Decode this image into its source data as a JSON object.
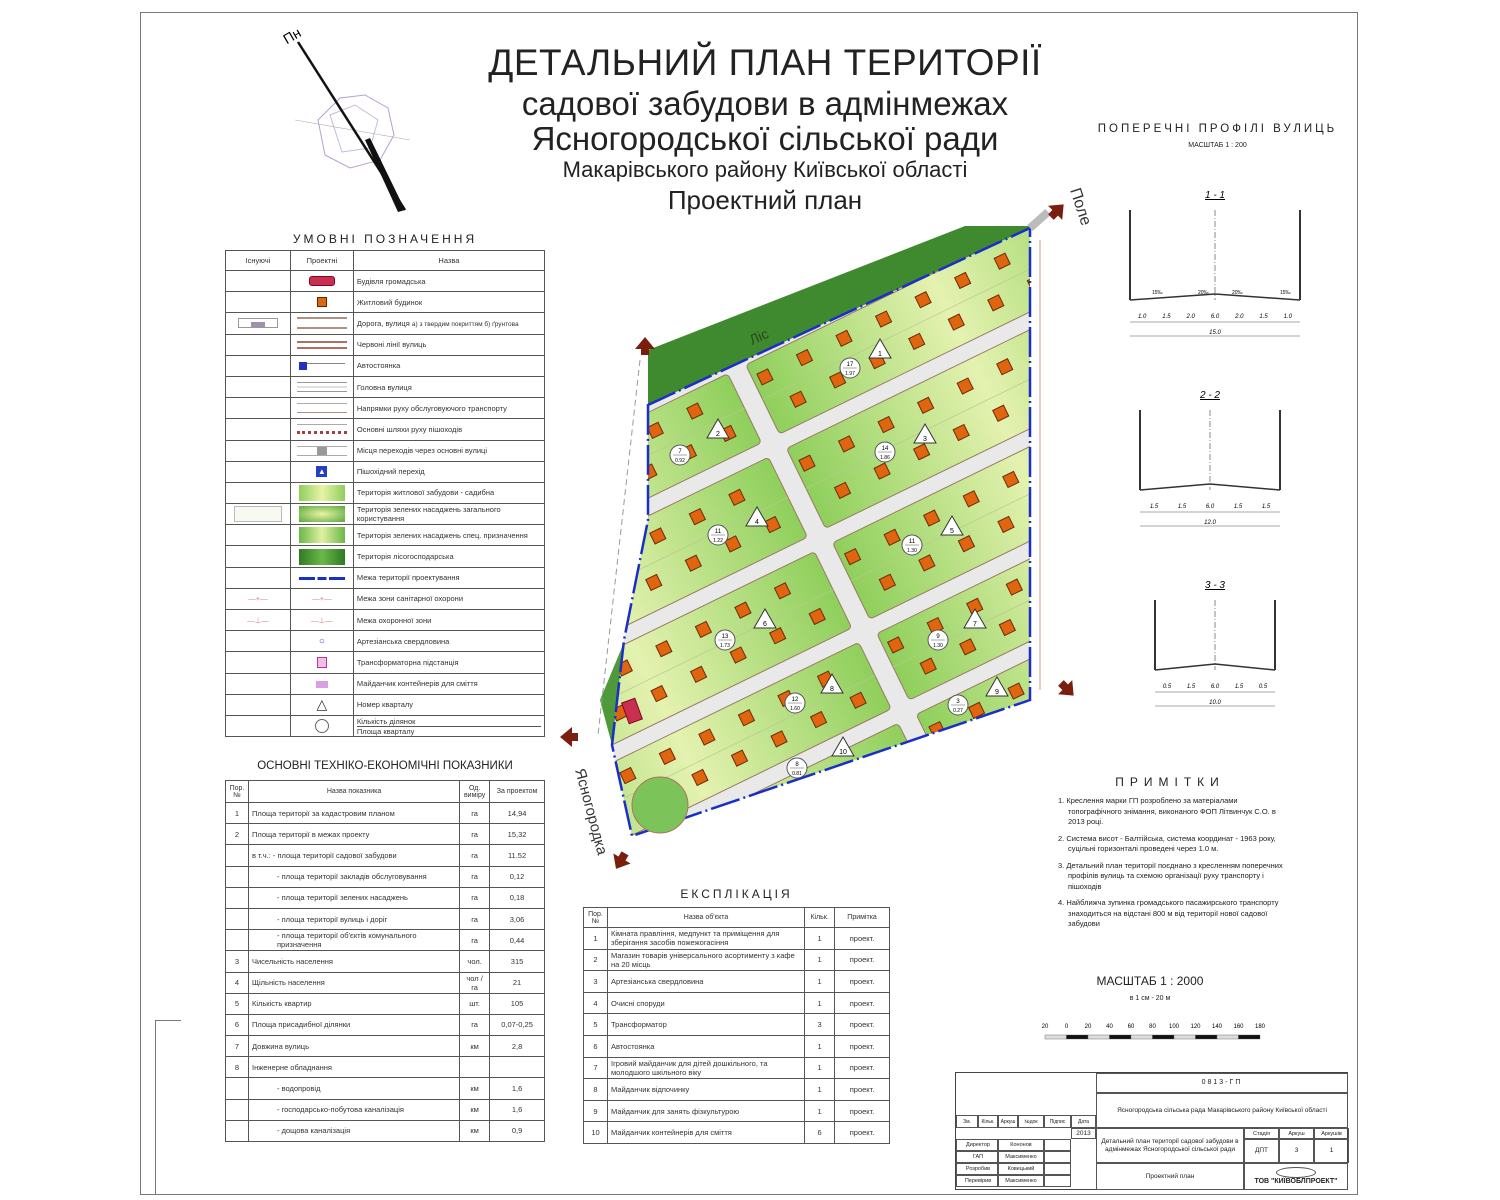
{
  "title": {
    "line1": "ДЕТАЛЬНИЙ ПЛАН ТЕРИТОРІЇ",
    "line2": "садової забудови в адмінмежах",
    "line3": "Ясногородської сільської ради",
    "line4": "Макарівського району Київської області",
    "line5": "Проектний план"
  },
  "compass": {
    "label": "Пн"
  },
  "legend": {
    "title": "УМОВНІ ПОЗНАЧЕННЯ",
    "headers": [
      "Існуючі",
      "Проектні",
      "Назва"
    ],
    "items": [
      {
        "name": "Будівля громадська",
        "icon": "public-building"
      },
      {
        "name": "Житловий будинок",
        "icon": "house"
      },
      {
        "name": "Дорога, вулиця",
        "sub": "а) з твердим покриттям б) ґрунтова",
        "icon": "road"
      },
      {
        "name": "Червоні лінії вулиць",
        "icon": "red-lines"
      },
      {
        "name": "Автостоянка",
        "icon": "parking"
      },
      {
        "name": "Головна вулиця",
        "icon": "main-street"
      },
      {
        "name": "Напрямки руху обслуговуючого транспорту",
        "icon": "service-traffic"
      },
      {
        "name": "Основні шляхи руху пішоходів",
        "icon": "pedestrian-paths"
      },
      {
        "name": "Місця переходів через основні вулиці",
        "icon": "crossing-places"
      },
      {
        "name": "Пішохідний перехід",
        "icon": "pedestrian-crossing"
      },
      {
        "name": "Територія житлової забудови - садибна",
        "icon": "residential-area"
      },
      {
        "name": "Територія зелених насаджень загального користування",
        "icon": "public-green"
      },
      {
        "name": "Територія зелених насаджень спец. призначення",
        "icon": "special-green"
      },
      {
        "name": "Територія лісогосподарська",
        "icon": "forest"
      },
      {
        "name": "Межа території проектування",
        "icon": "project-boundary"
      },
      {
        "name": "Межа зони санітарної охорони",
        "icon": "sanitary-zone"
      },
      {
        "name": "Межа охоронної зони",
        "icon": "protection-zone"
      },
      {
        "name": "Артезіанська свердловина",
        "icon": "artesian-well"
      },
      {
        "name": "Трансформаторна підстанція",
        "icon": "transformer"
      },
      {
        "name": "Майданчик контейнерів для сміття",
        "icon": "waste-containers"
      },
      {
        "name": "Номер кварталу",
        "icon": "quarter-number"
      },
      {
        "name": "Кількість ділянок",
        "sub": "Площа кварталу",
        "icon": "plots-area"
      }
    ]
  },
  "indicators": {
    "title": "ОСНОВНІ ТЕХНІКО-ЕКОНОМІЧНІ ПОКАЗНИКИ",
    "headers": [
      "Пор. №",
      "Назва показника",
      "Од. виміру",
      "За проектом"
    ],
    "rows": [
      [
        "1",
        "Площа території за кадастровим планом",
        "га",
        "14,94"
      ],
      [
        "2",
        "Площа території в межах проекту",
        "га",
        "15,32"
      ],
      [
        "",
        "в т.ч.: - площа території садової забудови",
        "га",
        "11.52"
      ],
      [
        "",
        "- площа території закладів обслуговування",
        "га",
        "0,12"
      ],
      [
        "",
        "- площа території зелених насаджень",
        "га",
        "0,18"
      ],
      [
        "",
        "- площа території вулиць і доріг",
        "га",
        "3,06"
      ],
      [
        "",
        "- площа території об'єктів комунального призначення",
        "га",
        "0,44"
      ],
      [
        "3",
        "Чисельність населення",
        "чол.",
        "315"
      ],
      [
        "4",
        "Щільність населення",
        "чол /га",
        "21"
      ],
      [
        "5",
        "Кількість квартир",
        "шт.",
        "105"
      ],
      [
        "6",
        "Площа присадибної ділянки",
        "га",
        "0,07-0,25"
      ],
      [
        "7",
        "Довжина вулиць",
        "км",
        "2,8"
      ],
      [
        "8",
        "Інженерне обладнання",
        "",
        ""
      ],
      [
        "",
        "- водопровід",
        "км",
        "1,6"
      ],
      [
        "",
        "- господарсько-побутова каналізація",
        "км",
        "1,6"
      ],
      [
        "",
        "- дощова каналізація",
        "км",
        "0,9"
      ]
    ]
  },
  "explication": {
    "title": "ЕКСПЛІКАЦІЯ",
    "headers": [
      "Пор. №",
      "Назва об'єкта",
      "Кільк.",
      "Примітка"
    ],
    "rows": [
      [
        "1",
        "Кімната правління, медпункт та приміщення для зберігання засобів пожежогасіння",
        "1",
        "проект."
      ],
      [
        "2",
        "Магазин товарів універсального асортименту з кафе на 20 місць",
        "1",
        "проект."
      ],
      [
        "3",
        "Артезіанська свердловина",
        "1",
        "проект."
      ],
      [
        "4",
        "Очисні споруди",
        "1",
        "проект."
      ],
      [
        "5",
        "Трансформатор",
        "3",
        "проект."
      ],
      [
        "6",
        "Автостоянка",
        "1",
        "проект."
      ],
      [
        "7",
        "Ігровий майданчик для дітей дошкільного, та молодшого шкільного віку",
        "1",
        "проект."
      ],
      [
        "8",
        "Майданчик відпочинку",
        "1",
        "проект."
      ],
      [
        "9",
        "Майданчик для занять фізкультурою",
        "1",
        "проект."
      ],
      [
        "10",
        "Майданчик контейнерів для сміття",
        "6",
        "проект."
      ]
    ]
  },
  "profiles": {
    "title": "ПОПЕРЕЧНІ ПРОФІЛІ ВУЛИЦЬ",
    "scale": "МАСШТАБ 1 : 200",
    "sections": [
      {
        "name": "1 - 1",
        "dims": [
          "1.0",
          "1.5",
          "2.0",
          "6.0",
          "2.0",
          "1.5",
          "1.0"
        ],
        "total": "15.0",
        "slopes": [
          "15‰",
          "20‰",
          "20‰",
          "15‰"
        ]
      },
      {
        "name": "2 - 2",
        "dims": [
          "1.5",
          "1.5",
          "6.0",
          "1.5",
          "1.5"
        ],
        "total": "12.0"
      },
      {
        "name": "3 - 3",
        "dims": [
          "0.5",
          "1.5",
          "6.0",
          "1.5",
          "0.5"
        ],
        "total": "10.0"
      }
    ]
  },
  "notes": {
    "title": "ПРИМІТКИ",
    "items": [
      "1. Креслення марки ГП розроблено за матеріалами топографічного знімання, виконаного ФОП Літвинчук С.О. в 2013 році.",
      "2. Система висот - Балтійська, система координат - 1963 року, суцільні горизонталі проведені через 1.0 м.",
      "3. Детальний план території поєднано з кресленням поперечних профілів вулиць та схемою організації руху транспорту і пішоходів",
      "4. Найближча зупинка громадського пасажирського транспорту знаходиться на відстані 800 м від території нової садової забудови"
    ]
  },
  "scale": {
    "title": "МАСШТАБ 1 : 2000",
    "subtitle": "в 1 см - 20 м",
    "ticks": [
      "20",
      "0",
      "20",
      "40",
      "60",
      "80",
      "100",
      "120",
      "140",
      "160",
      "180"
    ]
  },
  "map": {
    "labels": {
      "forest": "Ліс",
      "field": "Поле",
      "village": "Ясногородка"
    },
    "colors": {
      "forest": "#3f8a2e",
      "block": "#a8d870",
      "block_light": "#e4f2b0",
      "house": "#e0650f",
      "boundary": "#1a2fc8",
      "arrow": "#7a1f10"
    },
    "quarters": [
      {
        "num": "1",
        "plots": "17",
        "area": "1.97"
      },
      {
        "num": "2",
        "plots": "7",
        "area": "0.92"
      },
      {
        "num": "3",
        "plots": "14",
        "area": "1.86"
      },
      {
        "num": "4",
        "plots": "11",
        "area": "1.22"
      },
      {
        "num": "5",
        "plots": "11",
        "area": "1.30"
      },
      {
        "num": "6",
        "plots": "13",
        "area": "1.73"
      },
      {
        "num": "7",
        "plots": "9",
        "area": "1.30"
      },
      {
        "num": "8",
        "plots": "12",
        "area": "1.60"
      },
      {
        "num": "9",
        "plots": "3",
        "area": "0.27"
      },
      {
        "num": "10",
        "plots": "8",
        "area": "0.81"
      }
    ]
  },
  "titleblock": {
    "code": "0813-ГП",
    "client": "Ясногородська сільська рада Макарівського району Київської області",
    "headers": [
      "Зм.",
      "Кільк.",
      "Аркуш",
      "№док",
      "Підпис",
      "Дата"
    ],
    "year": "2013",
    "staff": [
      [
        "Директор",
        "Кононов"
      ],
      [
        "ГАП",
        "Максименко"
      ],
      [
        "Розробив",
        "Ковецький"
      ],
      [
        "Перевірив",
        "Максименко"
      ]
    ],
    "project": "Детальний план території садової забудови в адмінмежах Ясногородської сільської ради",
    "stage_headers": [
      "Стадія",
      "Аркуш",
      "Аркушів"
    ],
    "stage": [
      "ДПТ",
      "3",
      "1"
    ],
    "sheet": "Проектний план",
    "company": "ТОВ \"КИЇВОБЛПРОЕКТ\""
  }
}
